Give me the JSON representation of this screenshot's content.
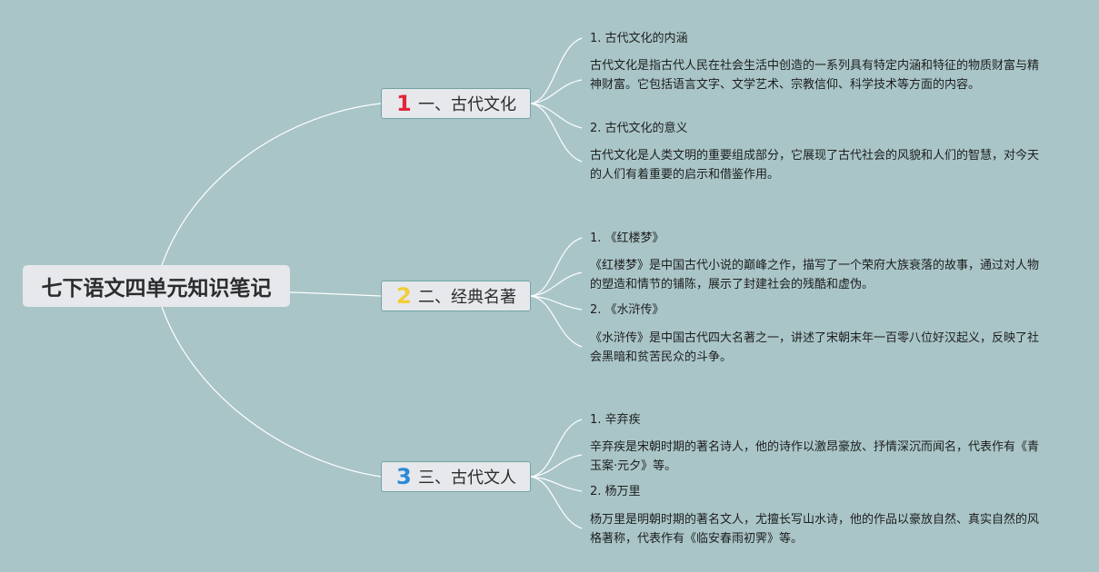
{
  "root": {
    "title": "七下语文四单元知识笔记"
  },
  "branches": [
    {
      "num": "1",
      "color": "#e3263b",
      "label": "一、古代文化",
      "items": [
        {
          "heading": "1. 古代文化的内涵",
          "body": "古代文化是指古代人民在社会生活中创造的一系列具有特定内涵和特征的物质财富与精神财富。它包括语言文字、文学艺术、宗教信仰、科学技术等方面的内容。"
        },
        {
          "heading": "2. 古代文化的意义",
          "body": "古代文化是人类文明的重要组成部分，它展现了古代社会的风貌和人们的智慧，对今天的人们有着重要的启示和借鉴作用。"
        }
      ]
    },
    {
      "num": "2",
      "color": "#f2cc3a",
      "label": "二、经典名著",
      "items": [
        {
          "heading": "1. 《红楼梦》",
          "body": "《红楼梦》是中国古代小说的巅峰之作，描写了一个荣府大族衰落的故事，通过对人物的塑造和情节的铺陈，展示了封建社会的残酷和虚伪。"
        },
        {
          "heading": "2. 《水浒传》",
          "body": "《水浒传》是中国古代四大名著之一，讲述了宋朝末年一百零八位好汉起义，反映了社会黑暗和贫苦民众的斗争。"
        }
      ]
    },
    {
      "num": "3",
      "color": "#2a8ad6",
      "label": "三、古代文人",
      "items": [
        {
          "heading": "1. 辛弃疾",
          "body": "辛弃疾是宋朝时期的著名诗人，他的诗作以激昂豪放、抒情深沉而闻名，代表作有《青玉案·元夕》等。"
        },
        {
          "heading": "2. 杨万里",
          "body": "杨万里是明朝时期的著名文人，尤擅长写山水诗，他的作品以豪放自然、真实自然的风格著称，代表作有《临安春雨初霁》等。"
        }
      ]
    }
  ]
}
